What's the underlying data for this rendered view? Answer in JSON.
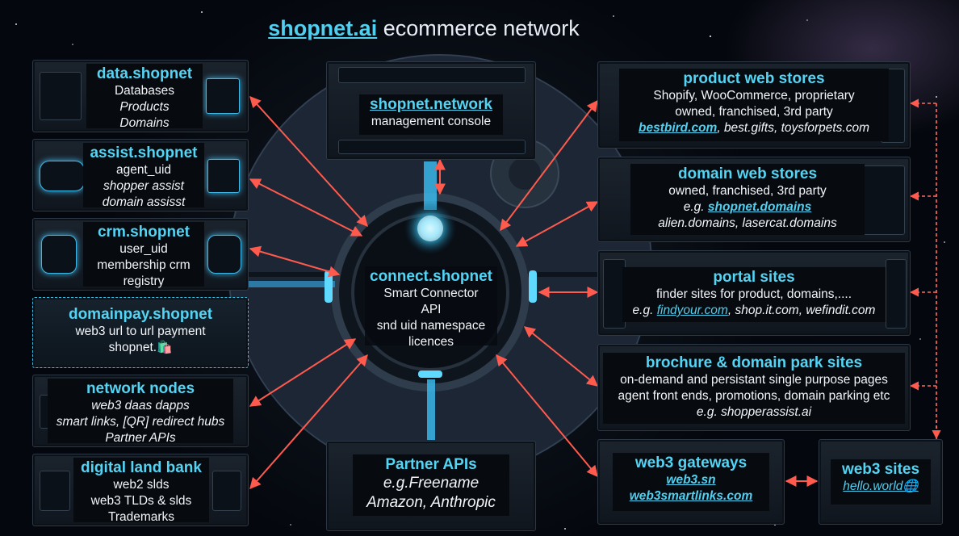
{
  "title": {
    "brand": "shopnet.ai",
    "rest": " ecommerce network"
  },
  "left": [
    {
      "title": "data.shopnet",
      "lines": [
        "Databases",
        "Products",
        "Domains"
      ]
    },
    {
      "title": "assist.shopnet",
      "lines": [
        "agent_uid",
        "shopper assist",
        "domain assisst"
      ]
    },
    {
      "title": "crm.shopnet",
      "lines": [
        "user_uid",
        "membership crm",
        "registry"
      ]
    },
    {
      "title": "domainpay.shopnet",
      "lines": [
        "web3 url to url payment",
        "shopnet.🛍️"
      ]
    },
    {
      "title": "network nodes",
      "lines": [
        "web3 daas dapps",
        "smart links, [QR] redirect hubs",
        "Partner APIs"
      ]
    },
    {
      "title": "digital land bank",
      "lines": [
        "web2 slds",
        "web3 TLDs & slds",
        "Trademarks"
      ]
    }
  ],
  "center_top": {
    "title": "shopnet.network",
    "subtitle": "management console"
  },
  "hub": {
    "title": "connect.shopnet",
    "lines": [
      "Smart Connector",
      "API",
      "snd uid namespace",
      "licences"
    ]
  },
  "center_bottom": {
    "title": "Partner APIs",
    "lines": [
      "e.g.Freename",
      "Amazon, Anthropic"
    ]
  },
  "right": {
    "product": {
      "title": "product web stores",
      "line1": "Shopify, WooCommerce, proprietary",
      "line2": "owned, franchised, 3rd party",
      "link": "bestbird.com",
      "rest": ", best.gifts, toysforpets.com"
    },
    "domain": {
      "title": "domain web stores",
      "line1": "owned, franchised, 3rd party",
      "prefix": "e.g. ",
      "link": "shopnet.domains",
      "line3": "alien.domains, lasercat.domains"
    },
    "portal": {
      "title": "portal sites",
      "line1": "finder sites for product, domains,....",
      "prefix": "e.g. ",
      "link": "findyour.com",
      "rest": ", shop.it.com, wefindit.com"
    },
    "brochure": {
      "title": "brochure & domain park sites",
      "line1": "on-demand and persistant single purpose pages",
      "line2": "agent front ends, promotions, domain parking etc",
      "line3": "e.g. shopperassist.ai"
    },
    "gateways": {
      "title": "web3 gateways",
      "link1": "web3.sn",
      "link2": "web3smartlinks.com"
    },
    "sites": {
      "title": "web3 sites",
      "link": "hello.world🌐"
    }
  },
  "colors": {
    "accent": "#52d4f4",
    "arrow": "#ff5a4e",
    "dashed_arrow": "#ff6a5e",
    "background": "#04070d"
  }
}
